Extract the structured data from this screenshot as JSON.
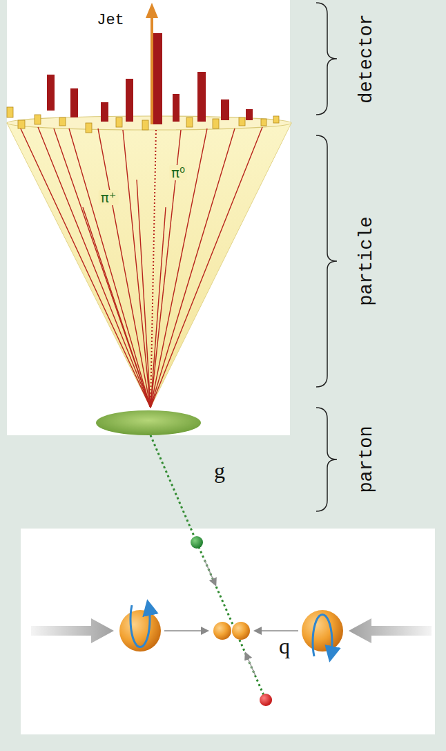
{
  "diagram": {
    "labels": [
      "Jet",
      "π⁺",
      "π⁰",
      "detector",
      "particle",
      "parton",
      "g",
      "q"
    ]
  }
}
